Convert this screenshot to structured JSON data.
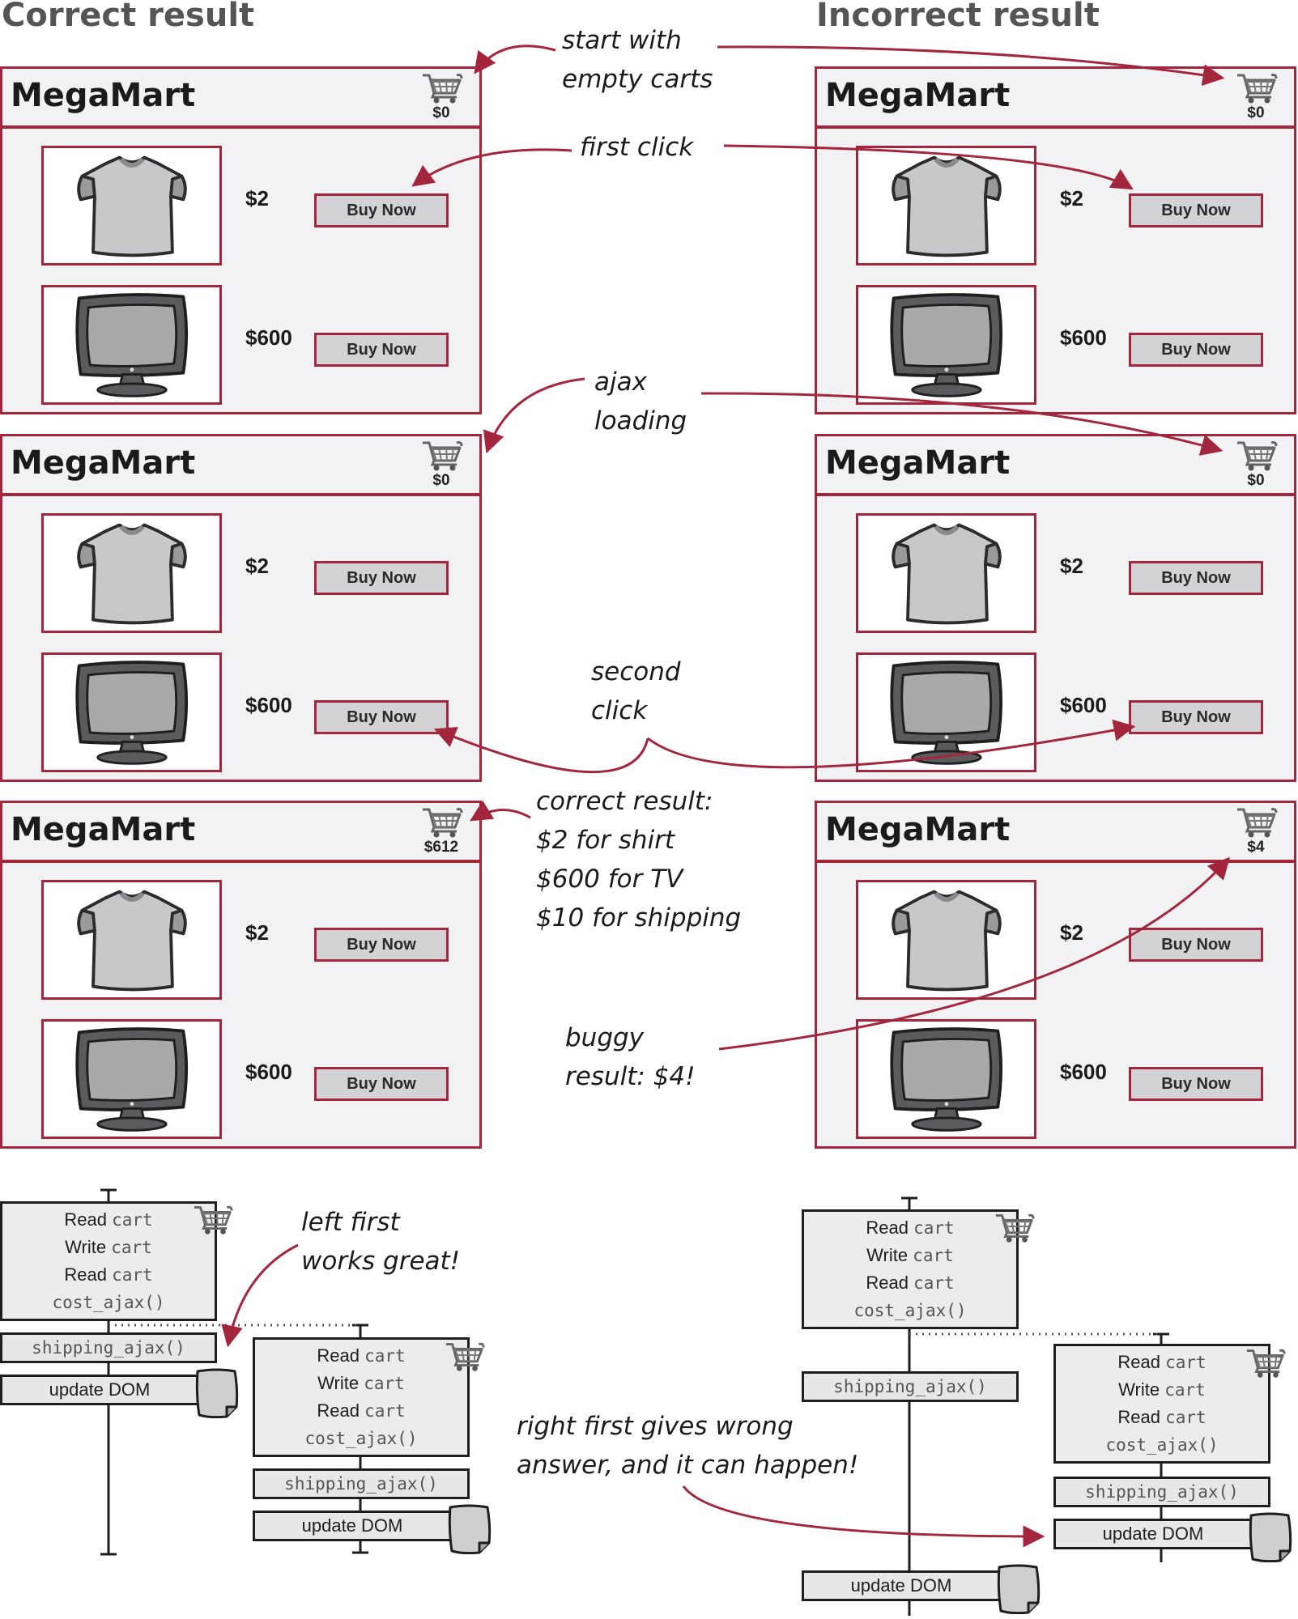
{
  "titles": {
    "left": "Correct result",
    "right": "Incorrect result"
  },
  "store": {
    "brand": "MegaMart",
    "buy_label": "Buy Now",
    "shirt_price": "$2",
    "tv_price": "$600"
  },
  "carts": {
    "left_1": "$0",
    "left_2": "$0",
    "left_3": "$612",
    "right_1": "$0",
    "right_2": "$0",
    "right_3": "$4"
  },
  "notes": {
    "start": "start with\nempty carts",
    "first_click": "first click",
    "ajax": "ajax\nloading",
    "second_click": "second\nclick",
    "correct": "correct result:\n$2 for shirt\n$600 for TV\n$10 for shipping",
    "buggy": "buggy\nresult: $4!",
    "left_first": "left first\nworks great!",
    "right_first": "right first gives wrong\nanswer, and it can happen!"
  },
  "timeline": {
    "read": "Read",
    "write": "Write",
    "cart": "cart",
    "cost_ajax": "cost_ajax()",
    "shipping_ajax": "shipping_ajax()",
    "update_dom": "update DOM"
  },
  "colors": {
    "accent": "#a3263c",
    "panel_bg": "#f2f1f4",
    "button_bg": "#d3d2d5",
    "timeline_box": "#ececec"
  }
}
